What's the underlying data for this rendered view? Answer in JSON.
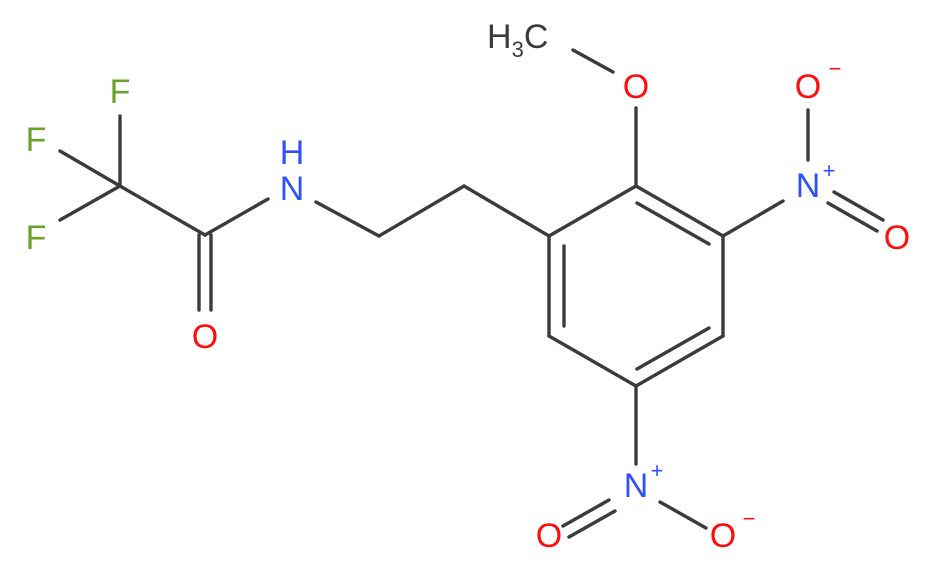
{
  "colors": {
    "bond": "#3b3b3b",
    "carbon_label": "#3b3b3b",
    "fluorine": "#6aa12a",
    "nitrogen": "#3050f8",
    "oxygen": "#ff0d0d"
  },
  "atoms": {
    "F1": "F",
    "F2": "F",
    "F3": "F",
    "O_carbonyl": "O",
    "N_amide": "N",
    "H_amide": "H",
    "O_methoxy": "O",
    "methyl_H": "H",
    "methyl_sub": "3",
    "methyl_C": "C",
    "N_nitro_top": "N",
    "N_nitro_top_charge": "+",
    "O_nitro_top_minus": "O",
    "O_nitro_top_minus_charge": "−",
    "O_nitro_top_double": "O",
    "N_nitro_bottom": "N",
    "N_nitro_bottom_charge": "+",
    "O_nitro_bottom_double": "O",
    "O_nitro_bottom_minus": "O",
    "O_nitro_bottom_minus_charge": "−"
  }
}
